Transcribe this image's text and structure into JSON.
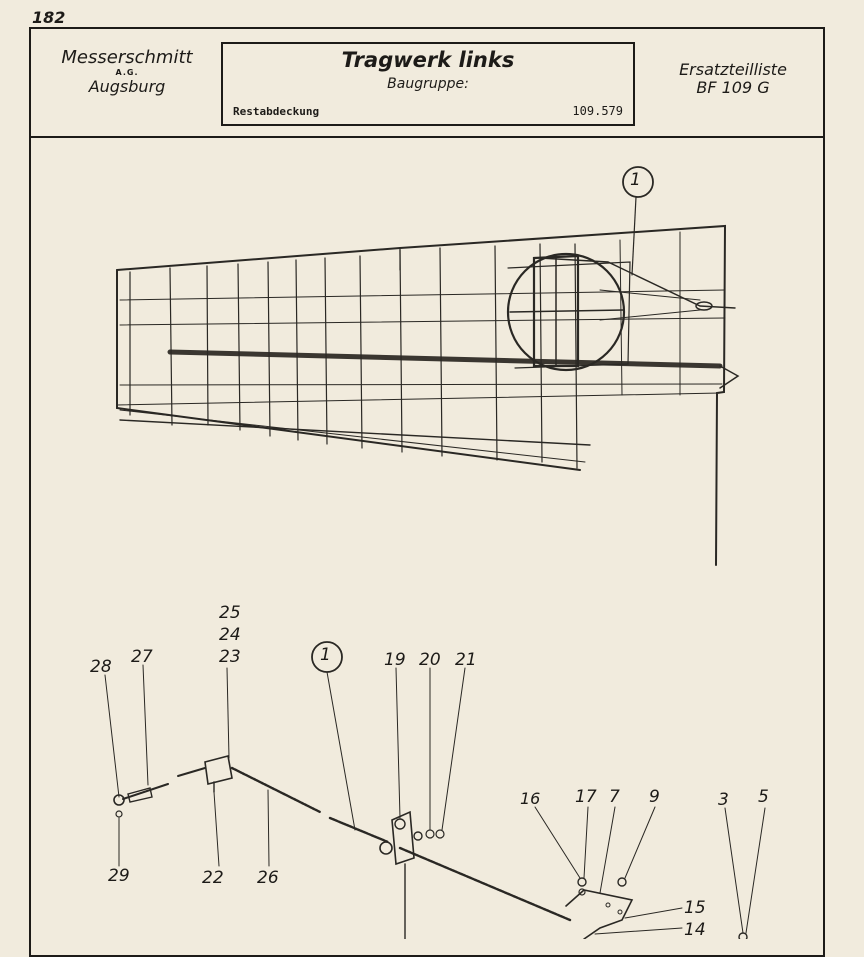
{
  "page_number": "182",
  "header": {
    "manufacturer": "Messerschmitt",
    "manufacturer_suffix": "A.G.",
    "city": "Augsburg",
    "title": "Tragwerk links",
    "subtitle": "Baugruppe:",
    "group_name": "Restabdeckung",
    "group_number": "109.579",
    "sheet_type": "Ersatzteilliste",
    "aircraft": "BF 109 G"
  },
  "callouts": {
    "top": "1",
    "mid": "1"
  },
  "part_labels": [
    "25",
    "24",
    "23",
    "28",
    "27",
    "19",
    "20",
    "21",
    "29",
    "22",
    "26",
    "16",
    "17",
    "7",
    "9",
    "3",
    "5",
    "15",
    "14"
  ]
}
